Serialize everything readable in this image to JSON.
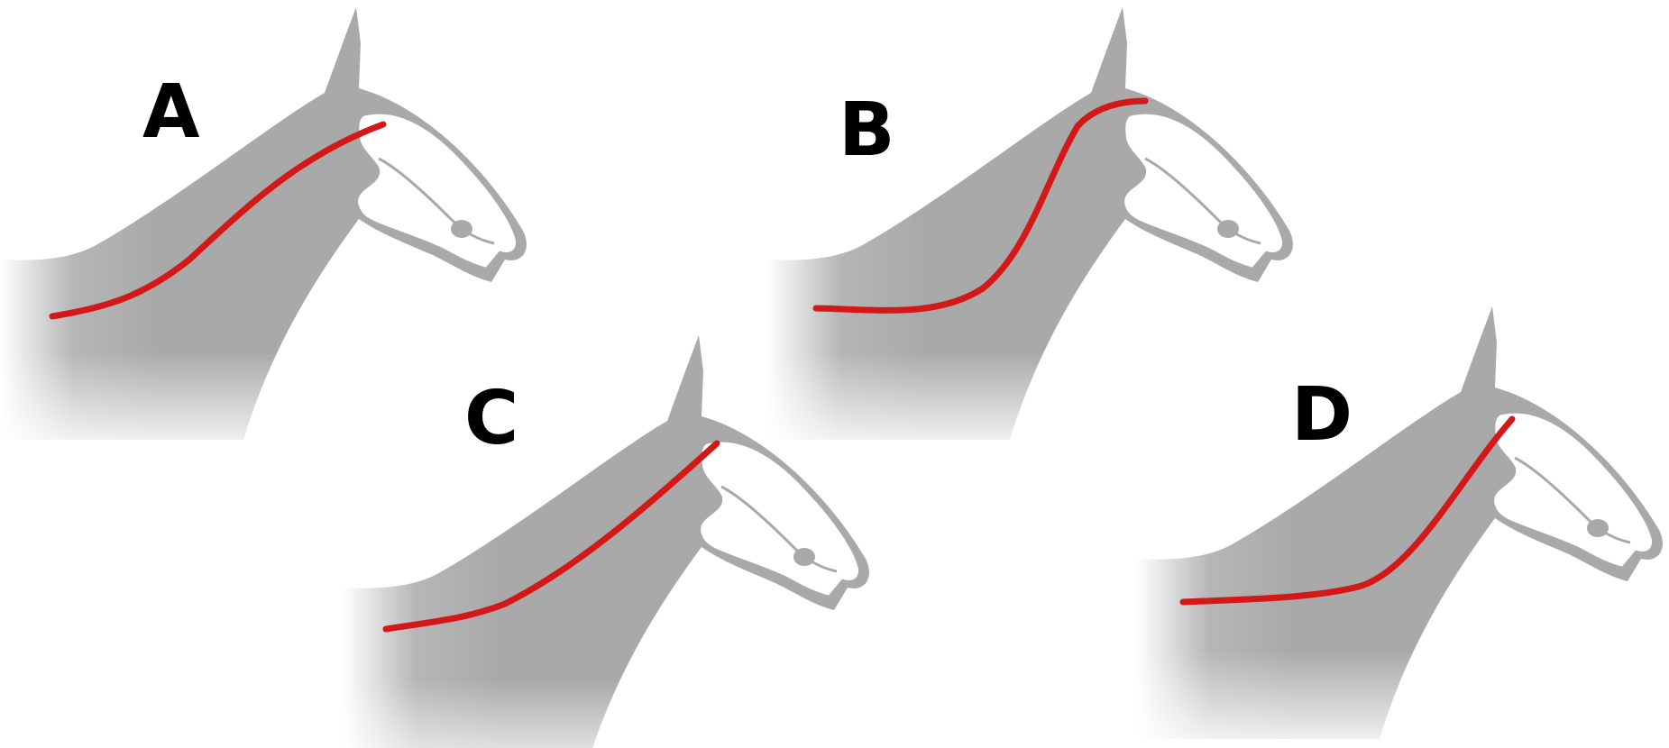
{
  "panels": [
    {
      "label": "A"
    },
    {
      "label": "B"
    },
    {
      "label": "C"
    },
    {
      "label": "D"
    }
  ],
  "colors": {
    "background": "#ffffff",
    "horse_fill": "#a9a9a9",
    "head_fill": "#ffffff",
    "head_outline": "#a9a9a9",
    "neck_line": "#d41717",
    "label": "#000000"
  }
}
